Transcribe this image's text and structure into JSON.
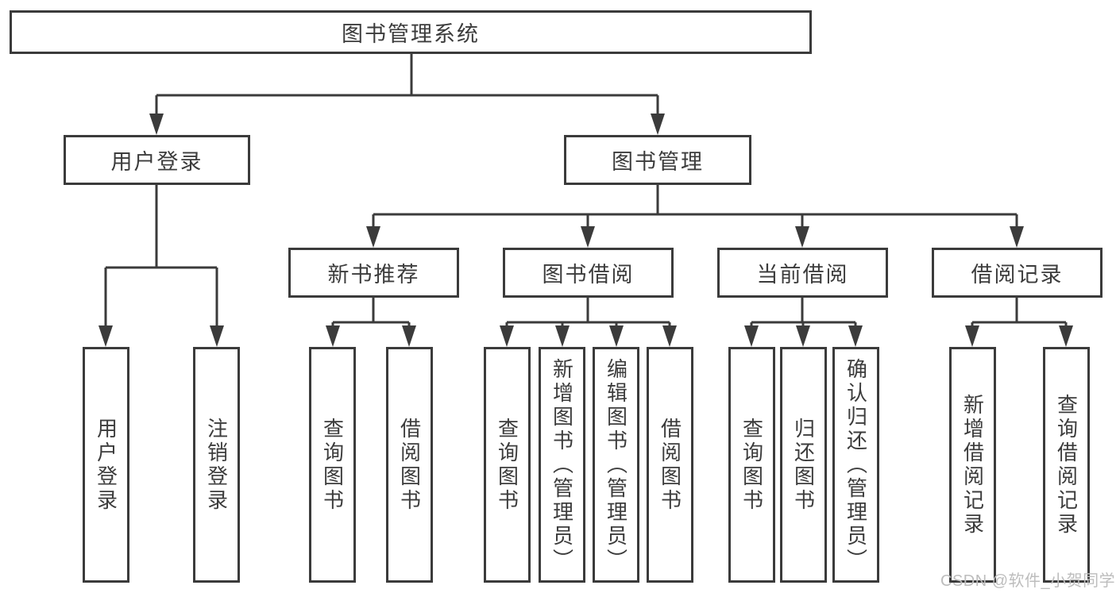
{
  "tree": {
    "root": {
      "label": "图书管理系统"
    },
    "user_login": {
      "label": "用户登录",
      "children": [
        {
          "label": "用户登录"
        },
        {
          "label": "注销登录"
        }
      ]
    },
    "book_management": {
      "label": "图书管理",
      "sections": [
        {
          "label": "新书推荐",
          "children": [
            {
              "label": "查询图书"
            },
            {
              "label": "借阅图书"
            }
          ]
        },
        {
          "label": "图书借阅",
          "children": [
            {
              "label": "查询图书"
            },
            {
              "label": "新增图书（管理员）"
            },
            {
              "label": "编辑图书（管理员）"
            },
            {
              "label": "借阅图书"
            }
          ]
        },
        {
          "label": "当前借阅",
          "children": [
            {
              "label": "查询图书"
            },
            {
              "label": "归还图书"
            },
            {
              "label": "确认归还（管理员）"
            }
          ]
        },
        {
          "label": "借阅记录",
          "children": [
            {
              "label": "新增借阅记录"
            },
            {
              "label": "查询借阅记录"
            }
          ]
        }
      ]
    }
  },
  "watermark": {
    "text": "CSDN @软件_小贺同学"
  },
  "colors": {
    "line": "#3b3b3b",
    "text": "#3c3c3c",
    "background": "#ffffff",
    "watermark": "#bdbdbd"
  }
}
